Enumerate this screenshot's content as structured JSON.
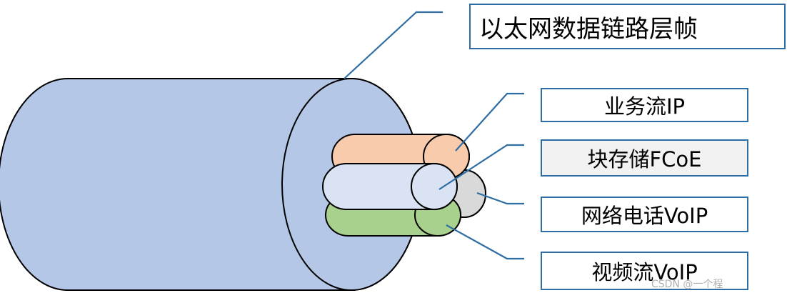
{
  "title": "以太网数据链路层帧",
  "labels": {
    "business": "业务流IP",
    "storage": "块存储FCoE",
    "voip": "网络电话VoIP",
    "video": "视频流VoIP"
  },
  "watermark": "CSDN @一个程",
  "colors": {
    "cable": "#b4c7e7",
    "business_wire": "#f8cbad",
    "storage_wire": "#dae3f3",
    "voip_wire": "#d9d9d9",
    "video_wire": "#a9d18e",
    "leader_line": "#2e6da4"
  }
}
